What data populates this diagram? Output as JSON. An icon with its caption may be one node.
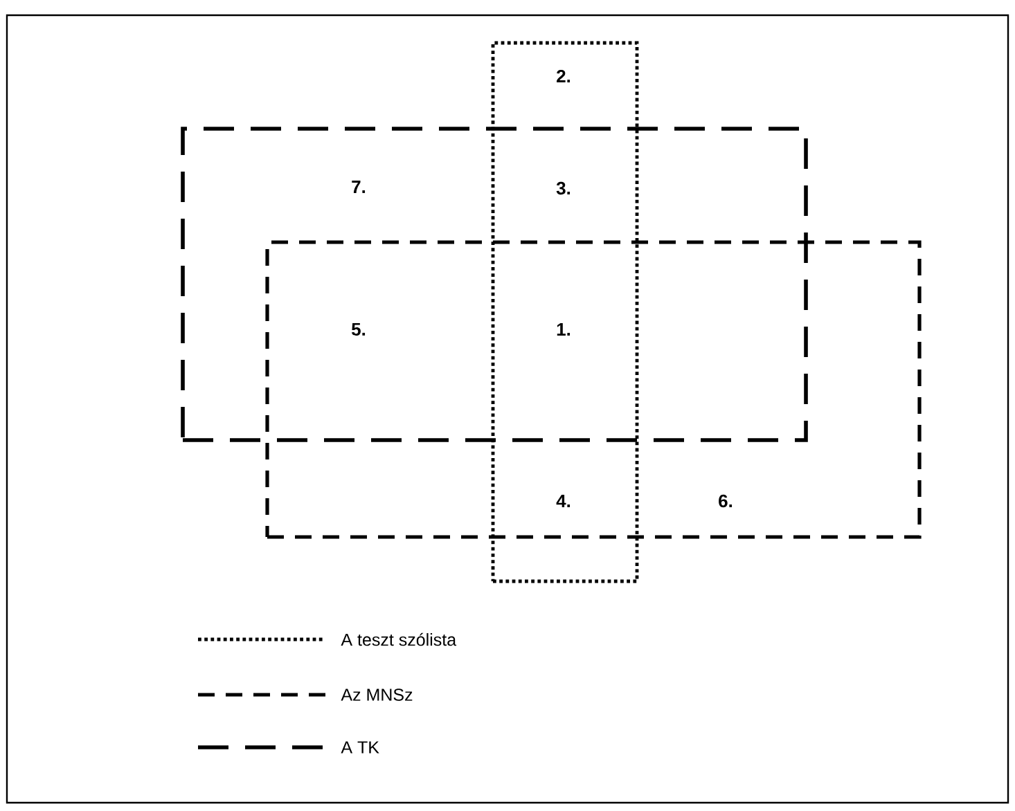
{
  "diagram": {
    "nodes": [
      {
        "text": [],
        "shape": "box"
      },
      {
        "text": [],
        "shape": "box"
      },
      {
        "text": [],
        "shape": "box"
      }
    ],
    "labels": [
      "2.",
      "7.",
      "3.",
      "5.",
      "1.",
      "4.",
      "6."
    ],
    "legend": [
      {
        "text": "A teszt szólista"
      },
      {
        "text": "Az MNSz"
      },
      {
        "text": "A TK"
      }
    ]
  }
}
